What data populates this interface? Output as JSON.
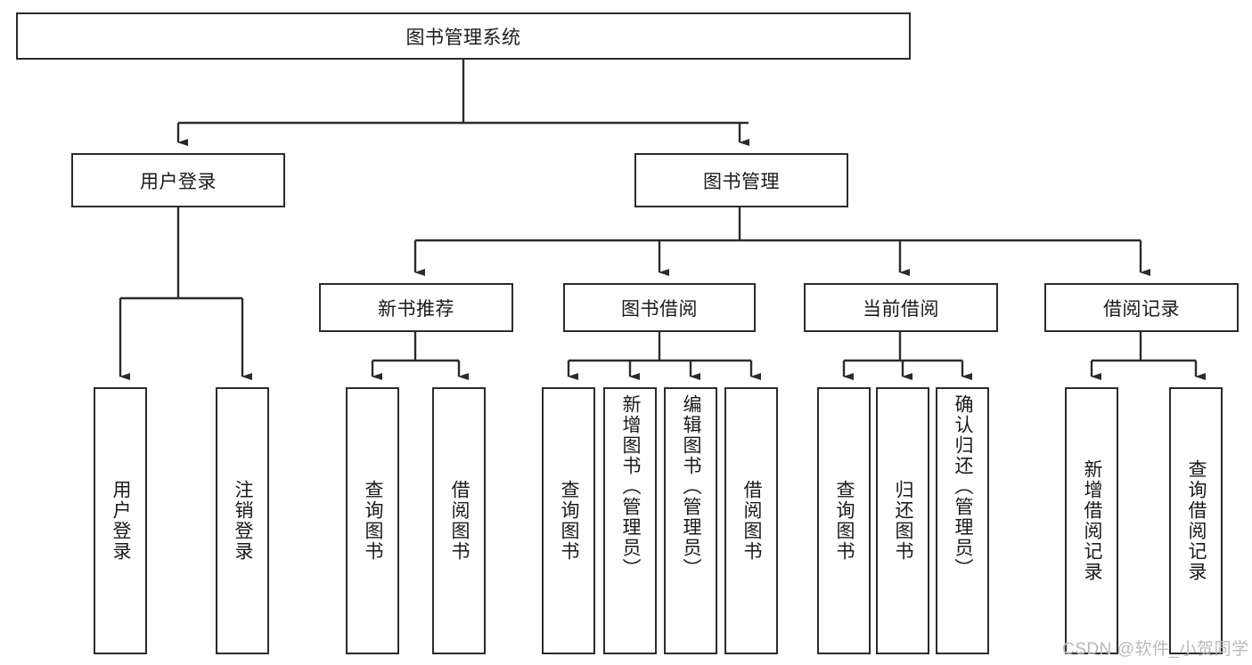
{
  "diagram": {
    "title": "图书管理系统",
    "type": "hierarchy-tree",
    "root": {
      "label": "图书管理系统"
    },
    "level2": [
      {
        "label": "用户登录"
      },
      {
        "label": "图书管理"
      }
    ],
    "level3": [
      {
        "label": "新书推荐"
      },
      {
        "label": "图书借阅"
      },
      {
        "label": "当前借阅"
      },
      {
        "label": "借阅记录"
      }
    ],
    "leaves": {
      "user_login": [
        {
          "label": "用户登录"
        },
        {
          "label": "注销登录"
        }
      ],
      "new_book_recommend": [
        {
          "label": "查询图书"
        },
        {
          "label": "借阅图书"
        }
      ],
      "book_borrow": [
        {
          "label": "查询图书"
        },
        {
          "label": "新增图书（管理员）"
        },
        {
          "label": "编辑图书（管理员）"
        },
        {
          "label": "借阅图书"
        }
      ],
      "current_borrow": [
        {
          "label": "查询图书"
        },
        {
          "label": "归还图书"
        },
        {
          "label": "确认归还（管理员）"
        }
      ],
      "borrow_record": [
        {
          "label": "新增借阅记录"
        },
        {
          "label": "查询借阅记录"
        }
      ]
    }
  },
  "watermark": {
    "text": "CSDN @软件_小贺同学"
  },
  "colors": {
    "border": "#2b2b2b",
    "text": "#1a1a1a",
    "background": "#ffffff",
    "watermark": "#b9b9b9"
  }
}
